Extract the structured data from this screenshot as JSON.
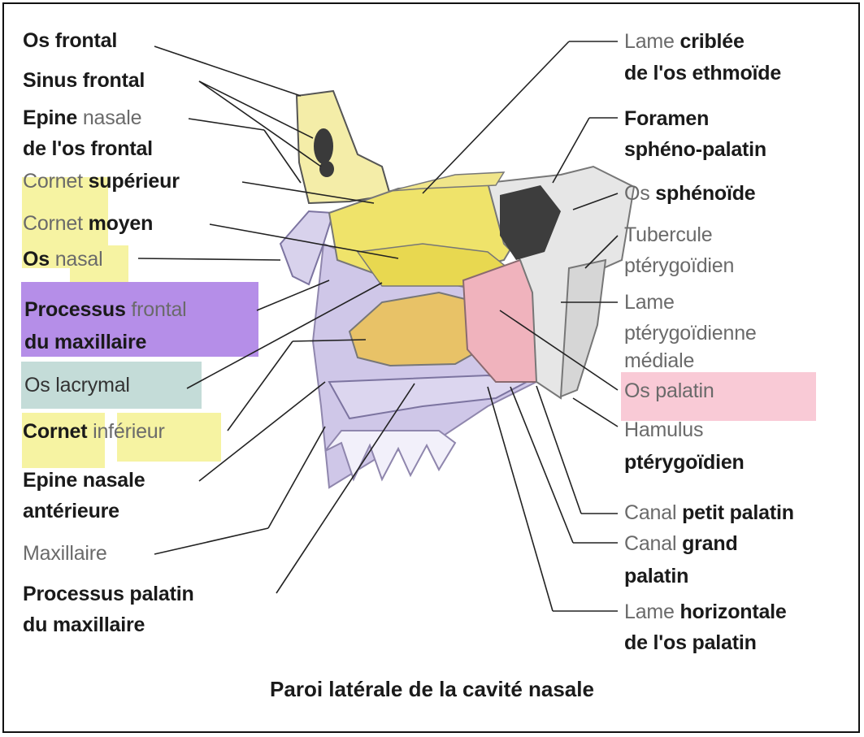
{
  "colors": {
    "yellow": "#f6f3a2",
    "purple": "#b58ee8",
    "teal": "#c4dcd8",
    "pink": "#f9cad6",
    "line": "#222222"
  },
  "caption": "Paroi latérale de la cavité nasale",
  "labels_left": [
    {
      "parts": [
        {
          "t": "Os frontal",
          "w": "b"
        }
      ]
    },
    {
      "parts": [
        {
          "t": "Sinus frontal",
          "w": "b"
        }
      ]
    },
    {
      "parts": [
        {
          "t": "Epine ",
          "w": "b"
        },
        {
          "t": "nasale",
          "w": "l"
        }
      ]
    },
    {
      "parts": [
        {
          "t": "de l'os frontal",
          "w": "b"
        }
      ]
    },
    {
      "parts": [
        {
          "t": "Cornet ",
          "w": "l"
        },
        {
          "t": "supérieur",
          "w": "b"
        }
      ]
    },
    {
      "parts": [
        {
          "t": "Cornet ",
          "w": "l"
        },
        {
          "t": "moyen",
          "w": "b"
        }
      ]
    },
    {
      "parts": [
        {
          "t": "Os ",
          "w": "b"
        },
        {
          "t": "nasal",
          "w": "l"
        }
      ]
    },
    {
      "parts": [
        {
          "t": "Processus ",
          "w": "b"
        },
        {
          "t": "frontal",
          "w": "l"
        }
      ]
    },
    {
      "parts": [
        {
          "t": "du maxillaire",
          "w": "b"
        }
      ]
    },
    {
      "parts": [
        {
          "t": "Os lacrymal",
          "w": "l"
        }
      ]
    },
    {
      "parts": [
        {
          "t": "Cornet ",
          "w": "b"
        },
        {
          "t": "inférieur",
          "w": "l"
        }
      ]
    },
    {
      "parts": [
        {
          "t": "Epine nasale",
          "w": "b"
        }
      ]
    },
    {
      "parts": [
        {
          "t": "antérieure",
          "w": "b"
        }
      ]
    },
    {
      "parts": [
        {
          "t": "Maxillaire",
          "w": "l"
        }
      ]
    },
    {
      "parts": [
        {
          "t": "Processus palatin",
          "w": "b"
        }
      ]
    },
    {
      "parts": [
        {
          "t": "du maxillaire",
          "w": "b"
        }
      ]
    }
  ],
  "labels_right": [
    {
      "parts": [
        {
          "t": "Lame ",
          "w": "l"
        },
        {
          "t": "criblée",
          "w": "b"
        }
      ]
    },
    {
      "parts": [
        {
          "t": "de l'os ethmoïde",
          "w": "b"
        }
      ]
    },
    {
      "parts": [
        {
          "t": "Foramen",
          "w": "b"
        }
      ]
    },
    {
      "parts": [
        {
          "t": "sphéno-palatin",
          "w": "b"
        }
      ]
    },
    {
      "parts": [
        {
          "t": "Os ",
          "w": "l"
        },
        {
          "t": "sphénoïde",
          "w": "b"
        }
      ]
    },
    {
      "parts": [
        {
          "t": "Tubercule",
          "w": "l"
        }
      ]
    },
    {
      "parts": [
        {
          "t": "ptérygoïdien",
          "w": "l"
        }
      ]
    },
    {
      "parts": [
        {
          "t": "Lame",
          "w": "l"
        }
      ]
    },
    {
      "parts": [
        {
          "t": "ptérygoïdienne",
          "w": "l"
        }
      ]
    },
    {
      "parts": [
        {
          "t": "médiale",
          "w": "l"
        }
      ]
    },
    {
      "parts": [
        {
          "t": "Os palatin",
          "w": "l"
        }
      ]
    },
    {
      "parts": [
        {
          "t": "Hamulus",
          "w": "l"
        }
      ]
    },
    {
      "parts": [
        {
          "t": "ptérygoïdien",
          "w": "b"
        }
      ]
    },
    {
      "parts": [
        {
          "t": "Canal ",
          "w": "l"
        },
        {
          "t": "petit palatin",
          "w": "b"
        }
      ]
    },
    {
      "parts": [
        {
          "t": "Canal ",
          "w": "l"
        },
        {
          "t": "grand",
          "w": "b"
        }
      ]
    },
    {
      "parts": [
        {
          "t": "palatin",
          "w": "b"
        }
      ]
    },
    {
      "parts": [
        {
          "t": "Lame ",
          "w": "l"
        },
        {
          "t": "horizontale",
          "w": "b"
        }
      ]
    },
    {
      "parts": [
        {
          "t": "de l'os palatin",
          "w": "b"
        }
      ]
    }
  ]
}
